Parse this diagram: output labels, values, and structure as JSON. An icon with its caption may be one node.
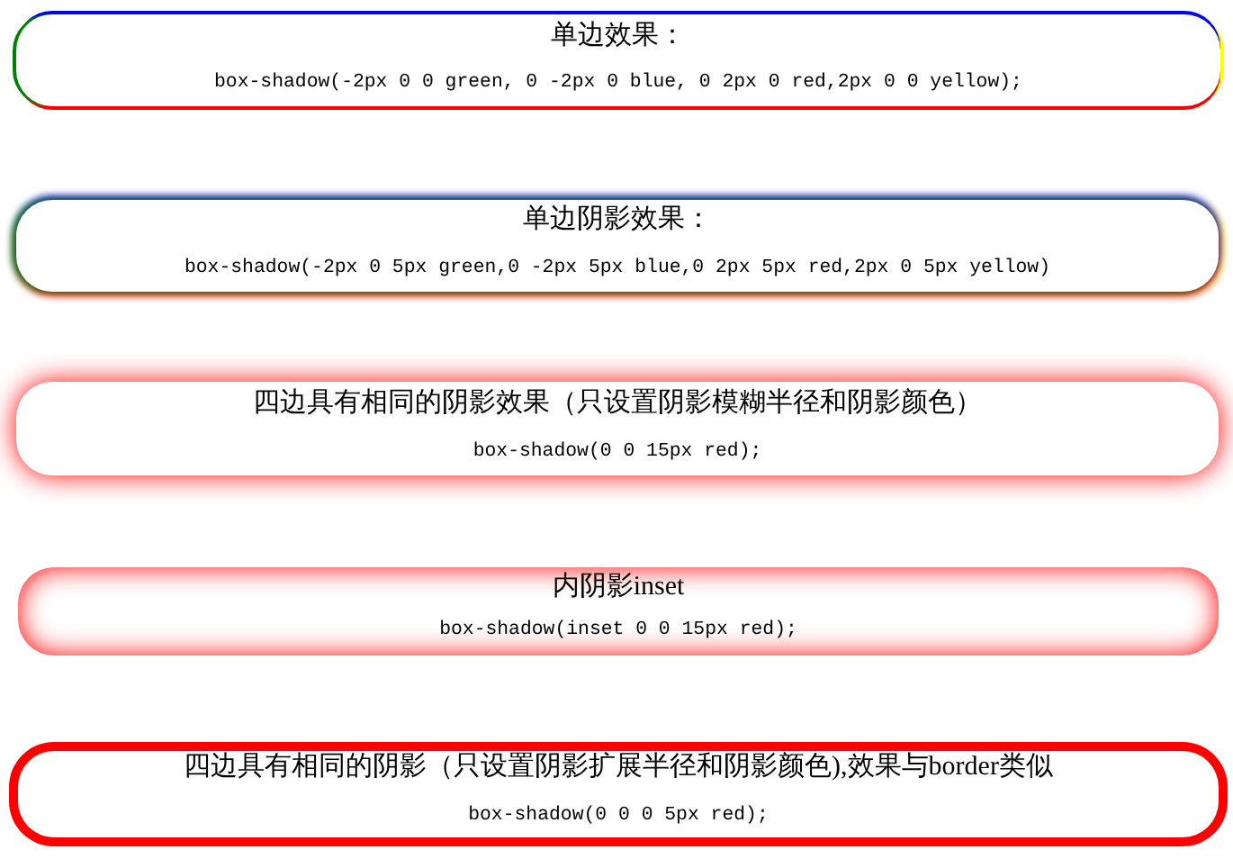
{
  "diagram": {
    "nodes": [
      {
        "text": [
          "单边效果：",
          "box-shadow(-2px 0 0 green, 0 -2px 0 blue, 0 2px 0 red,2px 0 0 yellow);"
        ]
      },
      {
        "text": [
          "单边阴影效果：",
          "box-shadow(-2px 0 5px green,0 -2px 5px blue,0 2px 5px red,2px 0 5px yellow)"
        ]
      },
      {
        "text": [
          "四边具有相同的阴影效果（只设置阴影模糊半径和阴影颜色）",
          "box-shadow(0 0 15px red);"
        ]
      },
      {
        "text": [
          "内阴影inset",
          "box-shadow(inset 0 0 15px red);"
        ]
      },
      {
        "text": [
          "四边具有相同的阴影（只设置阴影扩展半径和阴影颜色),效果与border类似",
          "box-shadow(0 0 0 5px red);"
        ]
      }
    ]
  }
}
